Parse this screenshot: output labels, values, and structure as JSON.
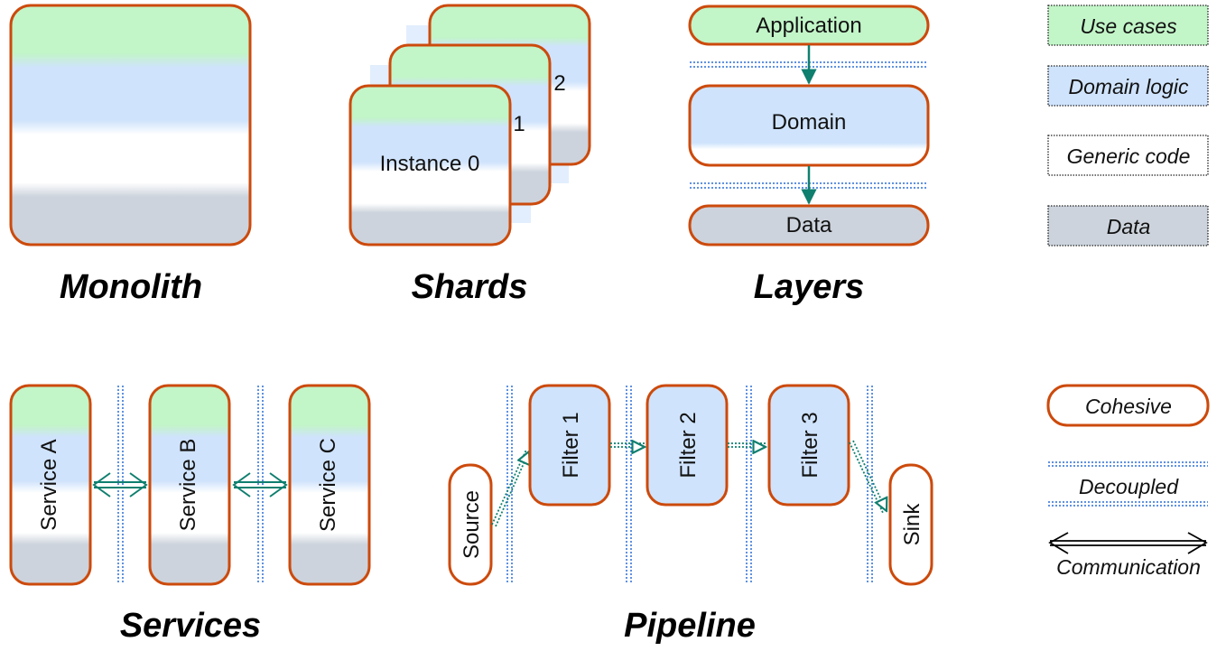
{
  "colors": {
    "use_cases": "#c2f5c8",
    "domain_logic": "#cfe3fc",
    "generic_code": "#ffffff",
    "data": "#ccd3dc",
    "cohesive_border": "#cc4a0c",
    "decoupled_line": "#2a6fd6",
    "communication_arrow": "#0f7f6f"
  },
  "monolith": {
    "title": "Monolith"
  },
  "shards": {
    "title": "Shards",
    "instances": [
      "Instance 0",
      "1",
      "2"
    ]
  },
  "layers": {
    "title": "Layers",
    "boxes": [
      "Application",
      "Domain",
      "Data"
    ]
  },
  "services": {
    "title": "Services",
    "boxes": [
      "Service A",
      "Service B",
      "Service C"
    ]
  },
  "pipeline": {
    "title": "Pipeline",
    "source": "Source",
    "filters": [
      "Filter 1",
      "Filter 2",
      "Filter 3"
    ],
    "sink": "Sink"
  },
  "legend": {
    "layers": [
      "Use cases",
      "Domain logic",
      "Generic code",
      "Data"
    ],
    "cohesive": "Cohesive",
    "decoupled": "Decoupled",
    "communication": "Communication"
  }
}
